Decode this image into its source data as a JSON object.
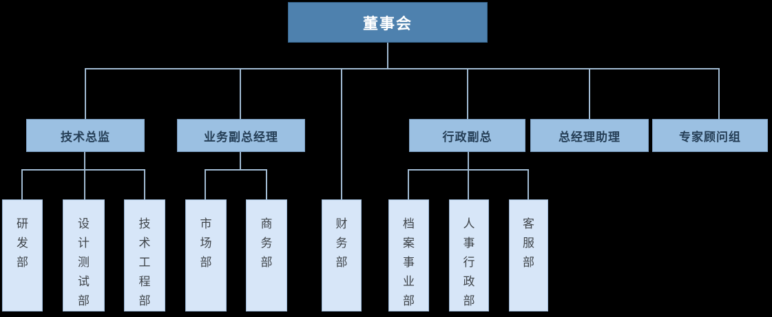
{
  "org_chart": {
    "root": {
      "label": "董事会"
    },
    "level2": [
      {
        "label": "技术总监",
        "reports_to": "董事会",
        "children": [
          "研发部",
          "设计测试部",
          "技术工程部"
        ]
      },
      {
        "label": "业务副总经理",
        "reports_to": "董事会",
        "children": [
          "市场部",
          "商务部"
        ]
      },
      {
        "label": "行政副总",
        "reports_to": "董事会",
        "children": [
          "档案事业部",
          "人事行政部",
          "客服部"
        ]
      },
      {
        "label": "总经理助理",
        "reports_to": "董事会",
        "children": []
      },
      {
        "label": "专家顾问组",
        "reports_to": "董事会",
        "children": []
      }
    ],
    "level3": [
      {
        "label": "研发部",
        "reports_to": "技术总监"
      },
      {
        "label": "设计测试部",
        "reports_to": "技术总监"
      },
      {
        "label": "技术工程部",
        "reports_to": "技术总监"
      },
      {
        "label": "市场部",
        "reports_to": "业务副总经理"
      },
      {
        "label": "商务部",
        "reports_to": "业务副总经理"
      },
      {
        "label": "财务部",
        "reports_to": "董事会"
      },
      {
        "label": "档案事业部",
        "reports_to": "行政副总"
      },
      {
        "label": "人事行政部",
        "reports_to": "行政副总"
      },
      {
        "label": "客服部",
        "reports_to": "行政副总"
      }
    ],
    "colors": {
      "background": "#000000",
      "root_fill": "#4E81AE",
      "root_border": "#35648C",
      "root_text": "#FFFFFF",
      "level2_fill": "#9BC0E2",
      "level2_border": "#7FA3C8",
      "level2_text": "#253E56",
      "level3_fill": "#D7E6F8",
      "level3_border": "#9DB9D8",
      "level3_text": "#3F4449",
      "connector": "#A2BCD4"
    }
  }
}
